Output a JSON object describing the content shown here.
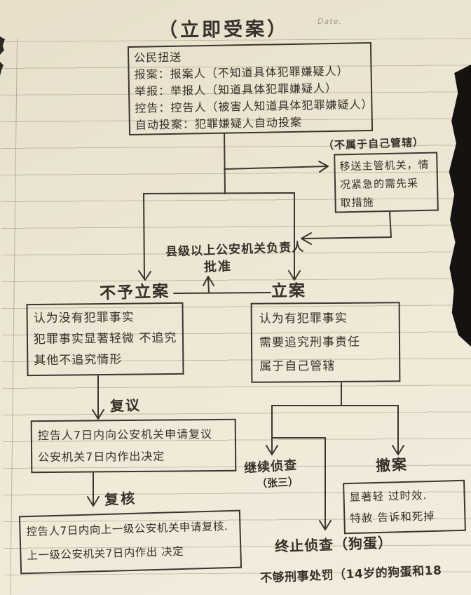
{
  "page": {
    "date_label": "Date.",
    "title": "（立即受案）"
  },
  "intake_box": {
    "lines": [
      "公民扭送",
      "报案：报案人（不知道具体犯罪嫌疑人）",
      "举报：举报人（知道具体犯罪嫌疑人）",
      "控告：控告人（被害人知道具体犯罪嫌疑人）",
      "自动投案：犯罪嫌疑人自动投案"
    ]
  },
  "jurisdiction": {
    "label": "（不属于自己管辖）",
    "box_lines": [
      "移送主管机关，情",
      "况紧急的需先采",
      "取措施"
    ]
  },
  "approval": {
    "line1": "县级以上公安机关负责人",
    "line2": "批准"
  },
  "decision": {
    "no_filing_label": "不予立案",
    "filing_label": "立案"
  },
  "no_filing_box": {
    "lines": [
      "认为没有犯罪事实",
      "犯罪事实显著轻微 不追究",
      "其他不追究情形"
    ]
  },
  "filing_box": {
    "lines": [
      "认为有犯罪事实",
      "需要追究刑事责任",
      "属于自己管辖"
    ]
  },
  "reconsideration": {
    "label": "复议",
    "box_lines": [
      "控告人7日内向公安机关申请复议",
      "公安机关7日内作出决定"
    ]
  },
  "review": {
    "label": "复核",
    "box_lines": [
      "控告人7日内向上一级公安机关申请复核.",
      "上一级公安机关7日内作出 决定"
    ]
  },
  "continue_investigation": {
    "label": "继续侦查",
    "note": "（张三）"
  },
  "withdraw_case": {
    "label": "撤案",
    "box_lines": [
      "显著轻 过时效.",
      "特赦 告诉和死掉"
    ]
  },
  "terminate_investigation": {
    "label": "终止侦查（狗蛋）"
  },
  "footnote": "不够刑事处罚（14岁的狗蛋和18"
}
